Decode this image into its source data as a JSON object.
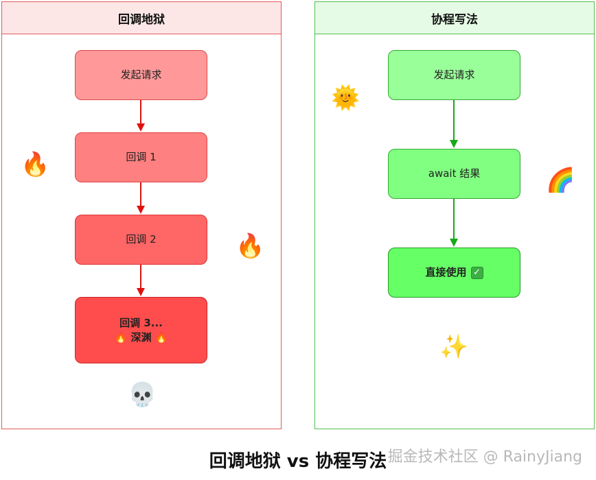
{
  "left_panel": {
    "title": "回调地狱",
    "nodes": [
      "发起请求",
      "回调 1",
      "回调 2"
    ],
    "final_node": {
      "line1": "回调 3...",
      "line2": "🔥 深渊 🔥"
    },
    "emoji": {
      "fire": "🔥",
      "skull": "💀"
    }
  },
  "right_panel": {
    "title": "协程写法",
    "nodes": [
      "发起请求",
      "await 结果"
    ],
    "final_node": {
      "label": "直接使用",
      "check": "✓"
    },
    "emoji": {
      "burst": "🌞",
      "rainbow": "🌈",
      "sparkles": "✨"
    }
  },
  "footer": {
    "title": "回调地狱 vs 协程写法"
  },
  "watermark": "掘金技术社区 @ RainyJiang",
  "colors": {
    "red_arrow": "#e01010",
    "green_arrow": "#17a817"
  }
}
